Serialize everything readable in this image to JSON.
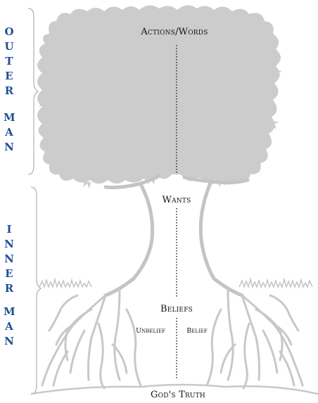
{
  "side_labels": {
    "outer": [
      "O",
      "U",
      "T",
      "E",
      "R",
      "",
      "M",
      "A",
      "N"
    ],
    "inner": [
      "I",
      "N",
      "N",
      "E",
      "R",
      "",
      "M",
      "A",
      "N"
    ]
  },
  "tree_labels": {
    "actions_words": "Actions/Words",
    "wants": "Wants",
    "beliefs": "Beliefs",
    "unbelief": "Unbelief",
    "belief": "Belief",
    "gods_truth": "God's Truth"
  },
  "colors": {
    "side_text": "#1f4e96",
    "canopy": "#cccccc",
    "trunk_outline": "#c4c4c4",
    "brace": "#b0b0b0"
  }
}
